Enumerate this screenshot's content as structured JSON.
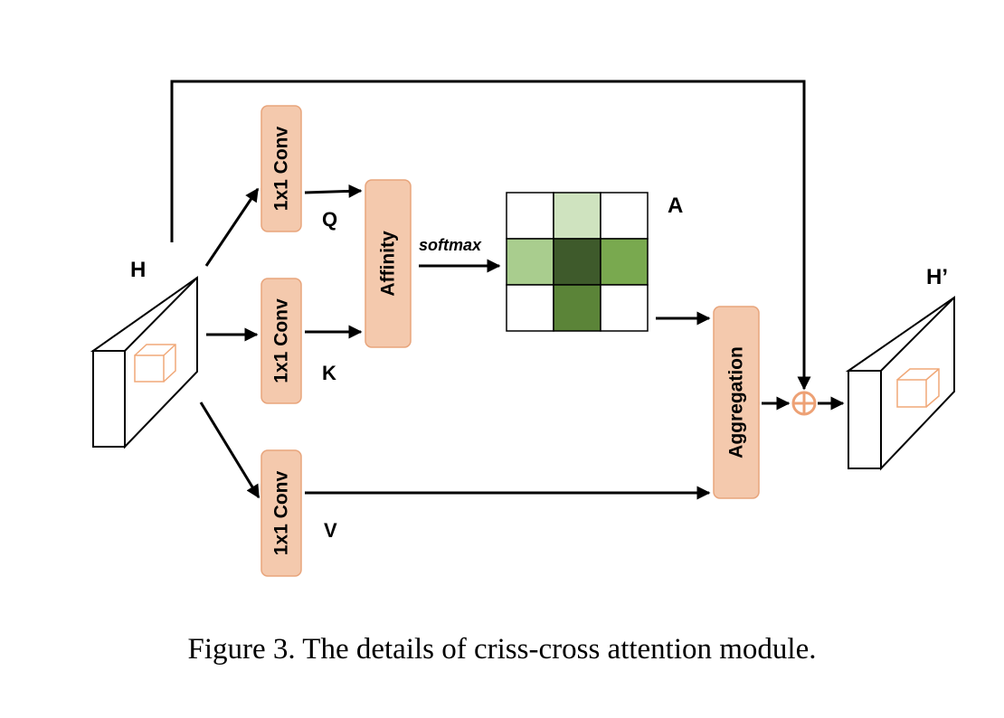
{
  "labels": {
    "input": "H",
    "output": "H’",
    "query": "Q",
    "key": "K",
    "value": "V",
    "attention_map": "A",
    "softmax": "softmax"
  },
  "boxes": {
    "conv_q": "1x1 Conv",
    "conv_k": "1x1 Conv",
    "conv_v": "1x1 Conv",
    "affinity": "Affinity",
    "aggregation": "Aggregation"
  },
  "colors": {
    "box_fill": "#f4c9ad",
    "box_stroke": "#e8a57c",
    "inner_cube": "#f0a878",
    "sum_node": "#eda175",
    "attention_cells": [
      [
        "#ffffff",
        "#cfe3bf",
        "#ffffff"
      ],
      [
        "#a9cd8e",
        "#3e5a2b",
        "#79a94f"
      ],
      [
        "#ffffff",
        "#5b8438",
        "#ffffff"
      ]
    ]
  },
  "caption": "Figure 3. The details of criss-cross attention module."
}
